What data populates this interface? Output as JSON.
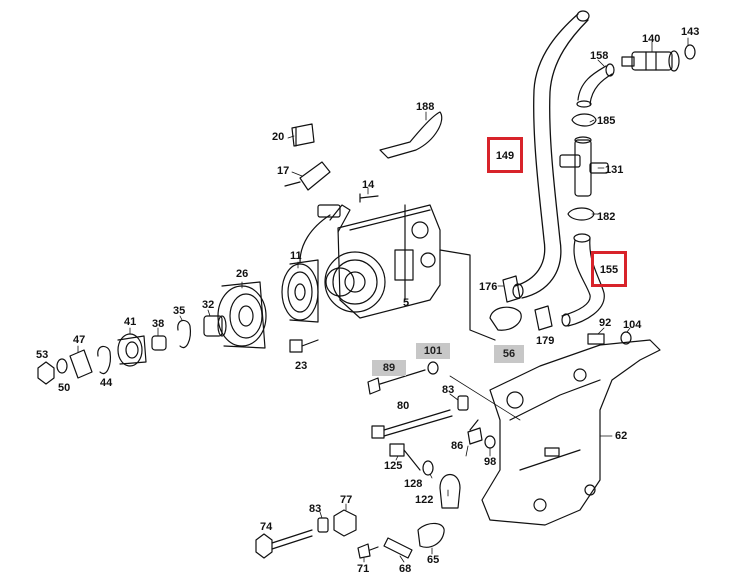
{
  "labels": {
    "l188": "188",
    "l20": "20",
    "l17": "17",
    "l14": "14",
    "l11": "11",
    "l26": "26",
    "l5": "5",
    "l32": "32",
    "l35": "35",
    "l38": "38",
    "l41": "41",
    "l47": "47",
    "l53": "53",
    "l50": "50",
    "l44": "44",
    "l23": "23",
    "l158": "158",
    "l140": "140",
    "l143": "143",
    "l185": "185",
    "l131": "131",
    "l182": "182",
    "l176": "176",
    "l179": "179",
    "l92": "92",
    "l104": "104",
    "l83a": "83",
    "l80": "80",
    "l86": "86",
    "l98": "98",
    "l62": "62",
    "l125": "125",
    "l128": "128",
    "l122": "122",
    "l83b": "83",
    "l77": "77",
    "l74": "74",
    "l71": "71",
    "l68": "68",
    "l65": "65"
  },
  "highlighted": {
    "h149": "149",
    "h155": "155"
  },
  "shaded": {
    "g89": "89",
    "g101": "101",
    "g56": "56"
  },
  "colors": {
    "highlight": "#d8232a",
    "shade": "#c7c7c7",
    "ink": "#111111"
  }
}
